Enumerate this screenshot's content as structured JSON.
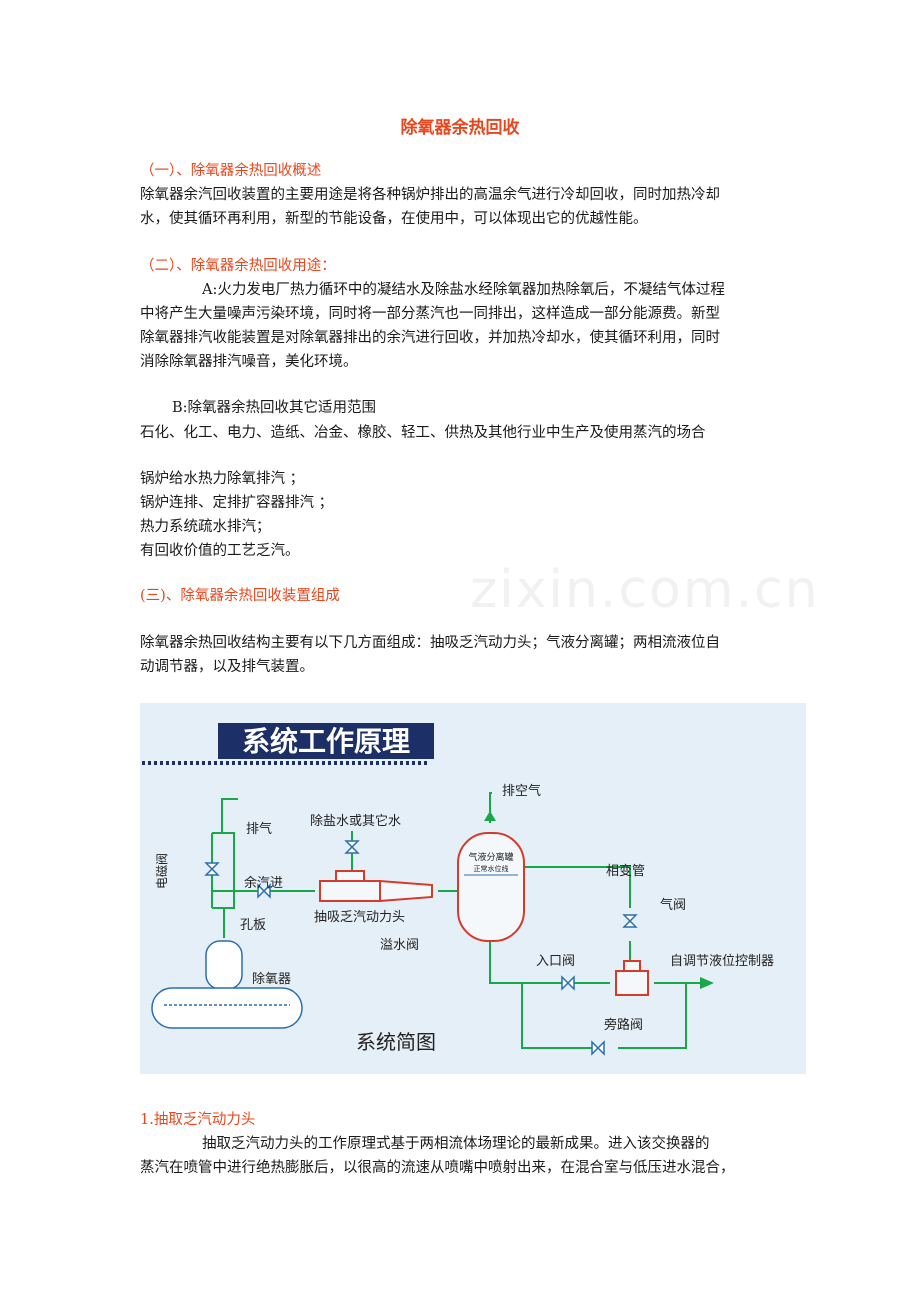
{
  "title": "除氧器余热回收",
  "section1": {
    "heading": "（一）、除氧器余热回收概述",
    "lines": [
      "除氧器余汽回收装置的主要用途是将各种锅炉排出的高温余气进行冷却回收，同时加热冷却",
      "水，使其循环再利用，新型的节能设备，在使用中，可以体现出它的优越性能。"
    ]
  },
  "section2": {
    "heading": "（二）、除氧器余热回收用途：",
    "lines": [
      "A:火力发电厂热力循环中的凝结水及除盐水经除氧器加热除氧后，不凝结气体过程",
      "中将产生大量噪声污染环境，同时将一部分蒸汽也一同排出，这样造成一部分能源费。新型",
      "除氧器排汽收能装置是对除氧器排出的余汽进行回收，并加热冷却水，使其循环利用，同时",
      "消除除氧器排汽噪音，美化环境。"
    ],
    "b_title": "B:除氧器余热回收其它适用范围",
    "b_scope": "石化、化工、电力、造纸、冶金、橡胶、轻工、供热及其他行业中生产及使用蒸汽的场合",
    "list": [
      "锅炉给水热力除氧排汽 ；",
      "锅炉连排、定排扩容器排汽 ；",
      "热力系统疏水排汽；",
      "有回收价值的工艺乏汽。"
    ]
  },
  "section3": {
    "heading": "(三)、除氧器余热回收装置组成",
    "lines": [
      "除氧器余热回收结构主要有以下几方面组成：抽吸乏汽动力头；气液分离罐；两相流液位自",
      "动调节器，以及排气装置。"
    ]
  },
  "diagram": {
    "header": "系统工作原理",
    "caption": "系统简图",
    "labels": {
      "exhaust_air": "排空气",
      "exhaust": "排气",
      "desalt_water": "除盐水或其它水",
      "electric_valve": "电磁阀",
      "steam_in": "余汽进",
      "power_head": "抽吸乏汽动力头",
      "orifice": "孔板",
      "deaerator": "除氧器",
      "separator": "气液分离罐",
      "normal_level": "正常水位线",
      "overflow_valve": "溢水阀",
      "phase_pipe": "相变管",
      "air_valve": "气阀",
      "inlet_valve": "入口阀",
      "level_controller": "自调节液位控制器",
      "bypass_valve": "旁路阀"
    }
  },
  "section4": {
    "heading": "1.抽取乏汽动力头",
    "lines": [
      "抽取乏汽动力头的工作原理式基于两相流体场理论的最新成果。进入该交换器的",
      "蒸汽在喷管中进行绝热膨胀后，以很高的流速从喷嘴中喷射出来，在混合室与低压进水混合，"
    ]
  },
  "watermark": "zixin.com.cn",
  "colors": {
    "accent": "#e8471e",
    "pipe": "#18a84a",
    "vessel": "#d63a2a",
    "diagram_bg": "#e4eff7"
  }
}
